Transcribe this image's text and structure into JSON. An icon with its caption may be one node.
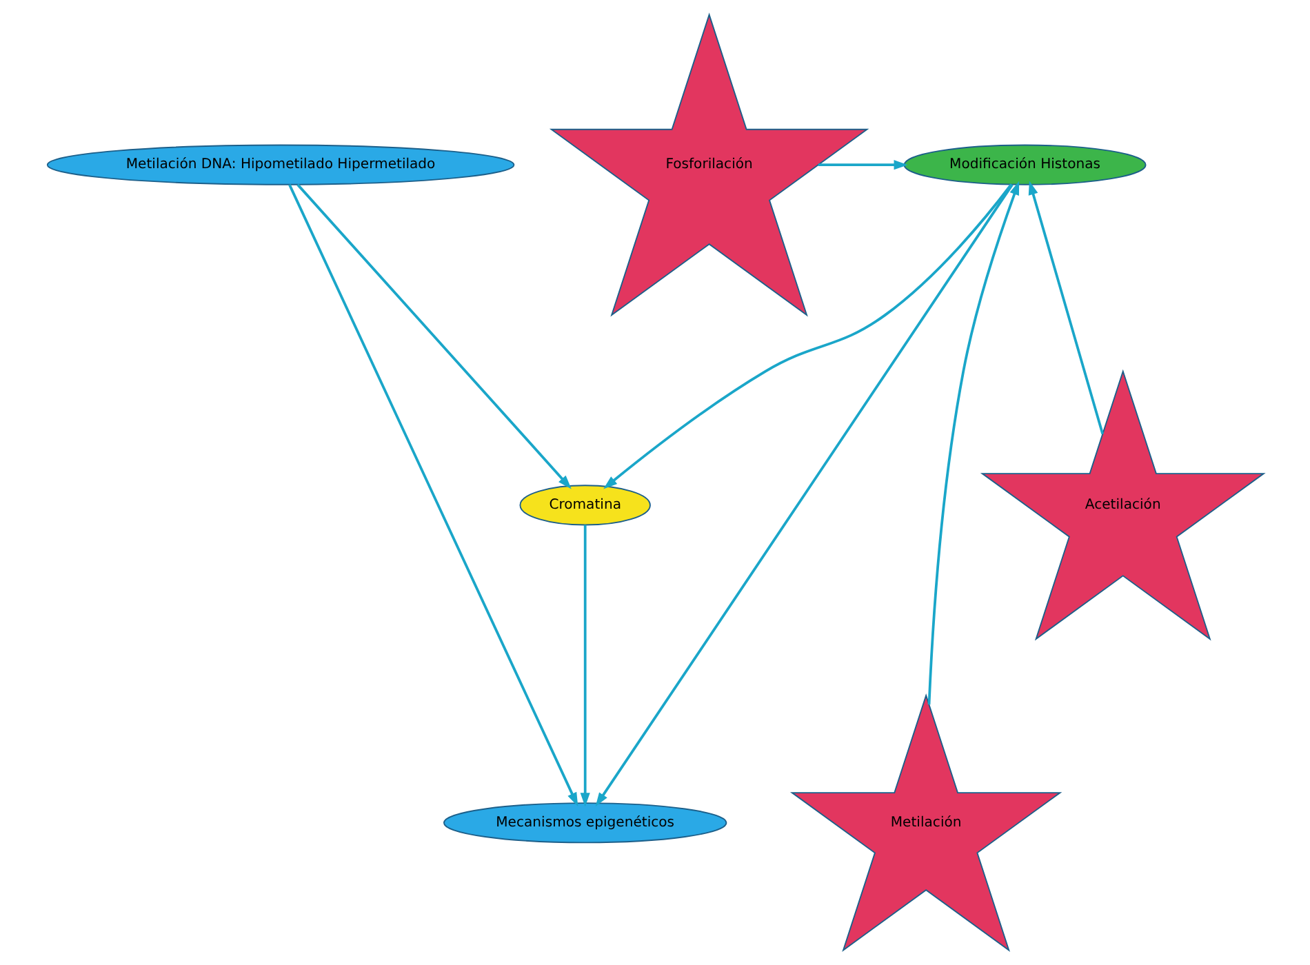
{
  "diagram": {
    "nodes": [
      {
        "text": [
          "Metilación DNA: Hipometilado Hipermetilado"
        ]
      },
      {
        "text": [
          "Fosforilación"
        ]
      },
      {
        "text": [
          "Modificación Histonas"
        ]
      },
      {
        "text": [
          "Mecanismos epigenéticos"
        ]
      },
      {
        "text": [
          "Metilación"
        ]
      },
      {
        "text": [
          "Cromatina"
        ]
      },
      {
        "text": [
          "Acetilación"
        ]
      }
    ],
    "edges": [
      {
        "from": 1,
        "to": 2,
        "arrow": "to"
      },
      {
        "from": 2,
        "to": 3,
        "arrow": "to"
      },
      {
        "from": 0,
        "to": 3,
        "arrow": "to"
      },
      {
        "from": 0,
        "to": 5,
        "arrow": "to"
      },
      {
        "from": 2,
        "to": 5,
        "arrow": "to"
      },
      {
        "from": 5,
        "to": 3,
        "arrow": "to"
      },
      {
        "from": 4,
        "to": 2,
        "arrow": "to"
      },
      {
        "from": 6,
        "to": 2,
        "arrow": "to"
      }
    ]
  }
}
